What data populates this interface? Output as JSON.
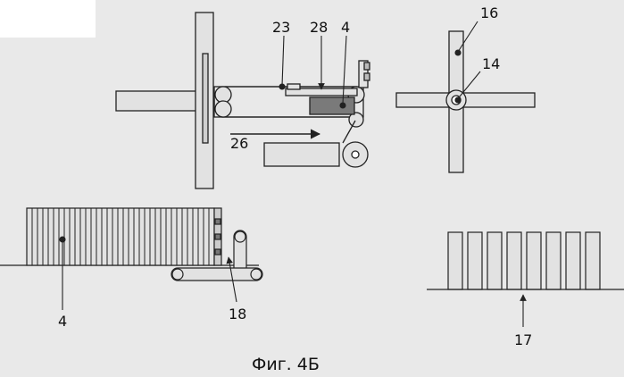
{
  "figure": {
    "caption": "Фиг. 4Б",
    "labels": {
      "l23": "23",
      "l28": "28",
      "l4_top": "4",
      "l26": "26",
      "l16": "16",
      "l14": "14",
      "l4_bottom": "4",
      "l18": "18",
      "l17": "17"
    },
    "colors": {
      "background": "#e9e9e9",
      "part_fill": "#e2e2e2",
      "dark_block": "#7a7a7a",
      "stroke": "#222222"
    }
  }
}
